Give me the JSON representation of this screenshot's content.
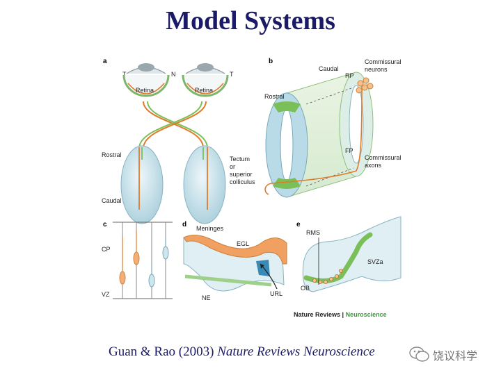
{
  "title": "Model Systems",
  "panels": {
    "a": {
      "letter": "a",
      "T_left": "T",
      "N": "N",
      "T_right": "T",
      "retina_left": "Retina",
      "retina_right": "Retina",
      "rostral": "Rostral",
      "caudal": "Caudal",
      "tectum_1": "Tectum",
      "tectum_2": "or",
      "tectum_3": "superior",
      "tectum_4": "colliculus"
    },
    "b": {
      "letter": "b",
      "caudal": "Caudal",
      "rostral": "Rostral",
      "rp": "RP",
      "fp": "FP",
      "commissural_neurons_1": "Commissural",
      "commissural_neurons_2": "neurons",
      "commissural_axons_1": "Commissural",
      "commissural_axons_2": "axons"
    },
    "c": {
      "letter": "c",
      "cp": "CP",
      "vz": "VZ"
    },
    "d": {
      "letter": "d",
      "meninges": "Meninges",
      "egl": "EGL",
      "ne": "NE",
      "url": "URL"
    },
    "e": {
      "letter": "e",
      "rms": "RMS",
      "svza": "SVZa",
      "ob": "OB"
    }
  },
  "journal_credit": {
    "part1": "Nature Reviews | ",
    "part2": "Neuroscience"
  },
  "citation": {
    "authors": "Guan & Rao (2003) ",
    "journal": "Nature Reviews Neuroscience"
  },
  "watermark": "饶议科学",
  "colors": {
    "title": "#1a1a66",
    "tissue": "#cfe6ee",
    "axon": "#e07a2a",
    "green": "#7bbf58",
    "brand": "#3a9a3a"
  }
}
